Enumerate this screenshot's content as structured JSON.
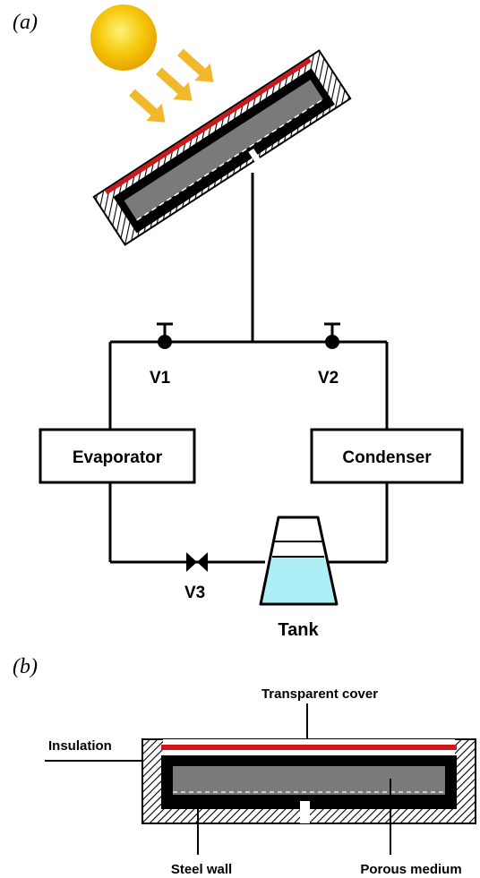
{
  "panels": {
    "a": "(a)",
    "b": "(b)"
  },
  "labels": {
    "v1": "V1",
    "v2": "V2",
    "v3": "V3",
    "evaporator": "Evaporator",
    "condenser": "Condenser",
    "tank": "Tank",
    "transparent_cover": "Transparent cover",
    "insulation": "Insulation",
    "steel_wall": "Steel wall",
    "porous_medium": "Porous medium"
  },
  "colors": {
    "sun": "#f2b705",
    "sun_core": "#ffe033",
    "arrow": "#f0b82a",
    "cover": "#d0181c",
    "porous": "#7a7a7a",
    "water": "#aeeef6",
    "wall": "#000000"
  },
  "icons": [
    "sun-icon",
    "sun-ray-arrow-icon",
    "valve-icon",
    "needle-valve-icon",
    "tank-icon"
  ]
}
